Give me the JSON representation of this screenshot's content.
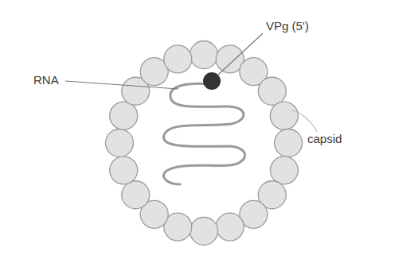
{
  "diagram": {
    "labels": [
      "VPg (5')",
      "RNA",
      "capsid"
    ]
  }
}
